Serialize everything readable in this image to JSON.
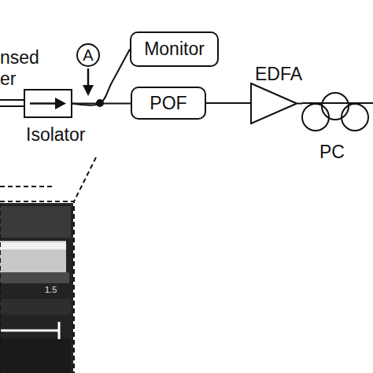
{
  "diagram": {
    "nodes": [
      {
        "text": [
          "A"
        ]
      },
      {
        "text": [
          "Isolator"
        ]
      },
      {
        "text": [
          "Monitor"
        ]
      },
      {
        "text": [
          "POF"
        ]
      },
      {
        "text": [
          "EDFA"
        ]
      },
      {
        "text": [
          "PC"
        ]
      }
    ],
    "edges": [
      {
        "from": 1,
        "to": 3,
        "arrow": "none"
      },
      {
        "from": 1,
        "to": 2,
        "arrow": "none"
      },
      {
        "from": 3,
        "to": 4,
        "arrow": "none"
      },
      {
        "from": 4,
        "to": 5,
        "arrow": "none"
      }
    ],
    "labels": [
      "nsed er",
      "1.5"
    ]
  }
}
